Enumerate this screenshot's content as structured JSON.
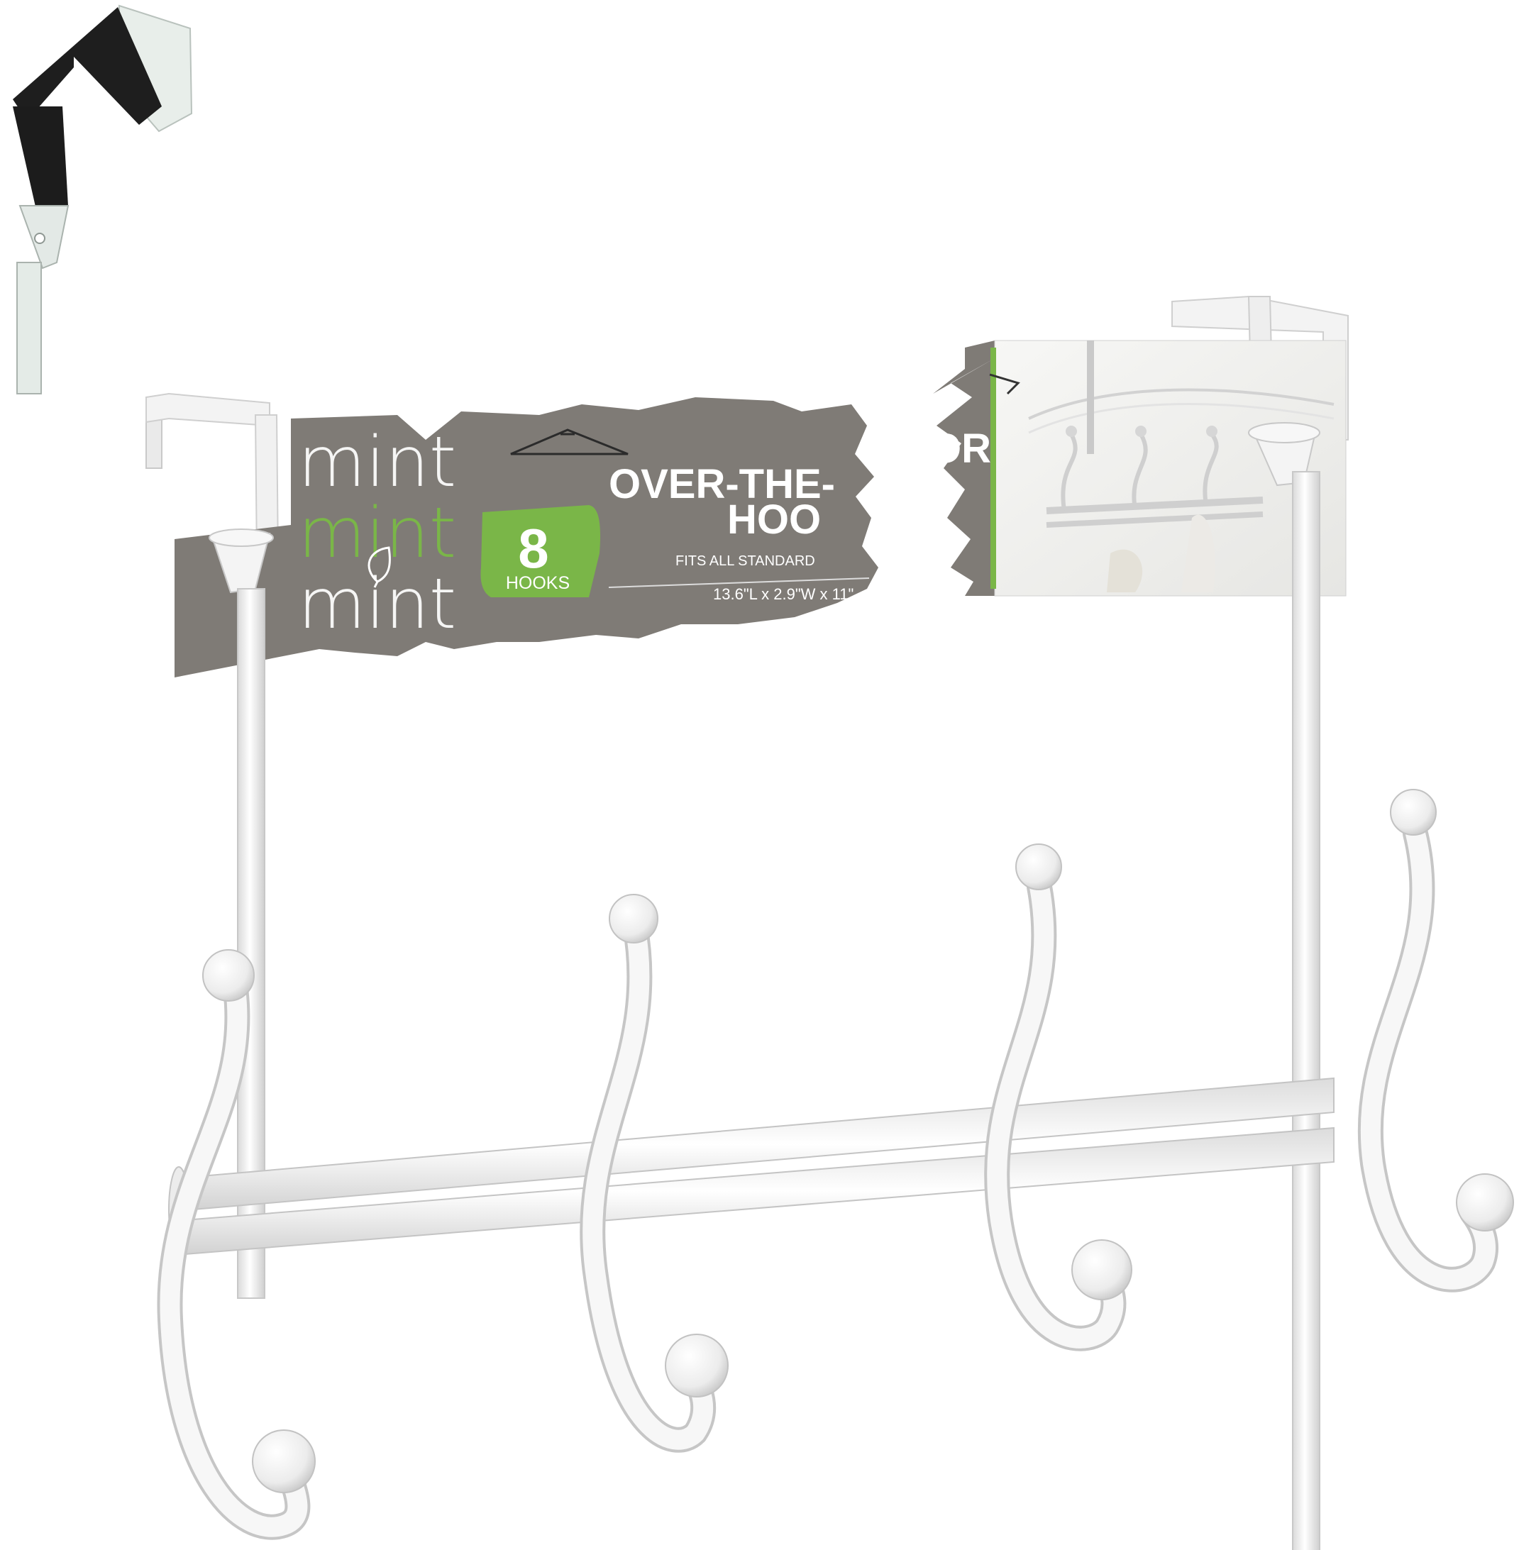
{
  "photo": {
    "label": {
      "brand_lines": [
        "mint",
        "mint",
        "mint"
      ],
      "count_number": "8",
      "count_unit": "HOOKS",
      "title_line1": "OVER-THE-",
      "title_line1_tail": "OR",
      "title_line2": "HOO",
      "fit_text": "FITS ALL STANDARD",
      "dimensions": "13.6\"L x 2.9\"W x 11\"",
      "colors": {
        "panel": "#7f7b76",
        "accent": "#7ab648",
        "text": "#ffffff"
      }
    },
    "rack": {
      "color": "#f4f4f4",
      "outline": "#c8c8c8",
      "hook_count": 4,
      "knob_count": 8
    },
    "inset": {
      "strap_color": "#1e1e1e",
      "bracket_color": "#e8eeea"
    }
  }
}
